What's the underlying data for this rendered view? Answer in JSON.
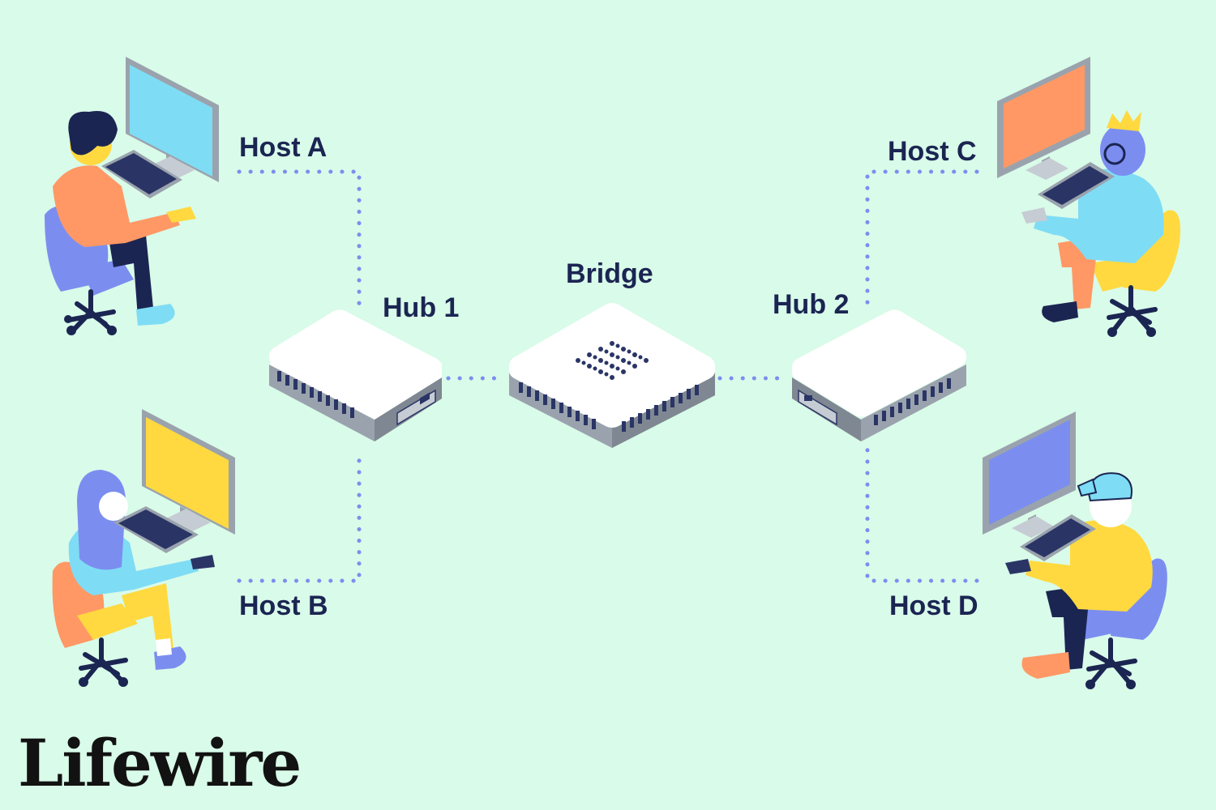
{
  "colors": {
    "background": "#d9fbe9",
    "link": "#7b8ef0",
    "text": "#1b2552",
    "device_top": "#ffffff",
    "device_side": "#9aa3ad"
  },
  "nodes": {
    "host_a": {
      "label": "Host A",
      "screen_color": "#7fdcf5",
      "icon": "user-at-computer-icon"
    },
    "host_b": {
      "label": "Host B",
      "screen_color": "#ffd93f",
      "icon": "user-at-computer-icon"
    },
    "host_c": {
      "label": "Host C",
      "screen_color": "#ff9865",
      "icon": "user-at-computer-icon"
    },
    "host_d": {
      "label": "Host D",
      "screen_color": "#7b8ef0",
      "icon": "user-at-computer-icon"
    },
    "hub1": {
      "label": "Hub 1",
      "icon": "hub-icon"
    },
    "hub2": {
      "label": "Hub 2",
      "icon": "hub-icon"
    },
    "bridge": {
      "label": "Bridge",
      "icon": "bridge-icon"
    }
  },
  "links": [
    {
      "from": "host_a",
      "to": "hub1"
    },
    {
      "from": "host_b",
      "to": "hub1"
    },
    {
      "from": "hub1",
      "to": "bridge"
    },
    {
      "from": "bridge",
      "to": "hub2"
    },
    {
      "from": "hub2",
      "to": "host_c"
    },
    {
      "from": "hub2",
      "to": "host_d"
    }
  ],
  "brand": {
    "logo_text": "Lifewire"
  }
}
